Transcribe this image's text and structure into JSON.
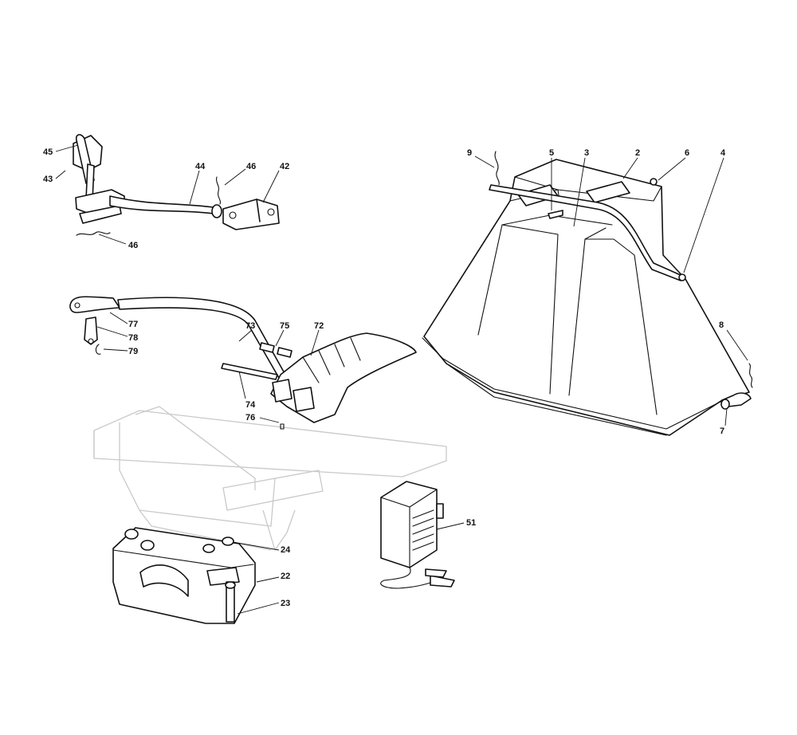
{
  "callouts": [
    {
      "label": "45"
    },
    {
      "label": "43"
    },
    {
      "label": "44"
    },
    {
      "label": "46"
    },
    {
      "label": "42"
    },
    {
      "label": "46"
    },
    {
      "label": "77"
    },
    {
      "label": "78"
    },
    {
      "label": "79"
    },
    {
      "label": "73"
    },
    {
      "label": "75"
    },
    {
      "label": "72"
    },
    {
      "label": "74"
    },
    {
      "label": "76"
    },
    {
      "label": "24"
    },
    {
      "label": "22"
    },
    {
      "label": "23"
    },
    {
      "label": "51"
    },
    {
      "label": "9"
    },
    {
      "label": "5"
    },
    {
      "label": "3"
    },
    {
      "label": "2"
    },
    {
      "label": "6"
    },
    {
      "label": "4"
    },
    {
      "label": "8"
    },
    {
      "label": "7"
    }
  ]
}
